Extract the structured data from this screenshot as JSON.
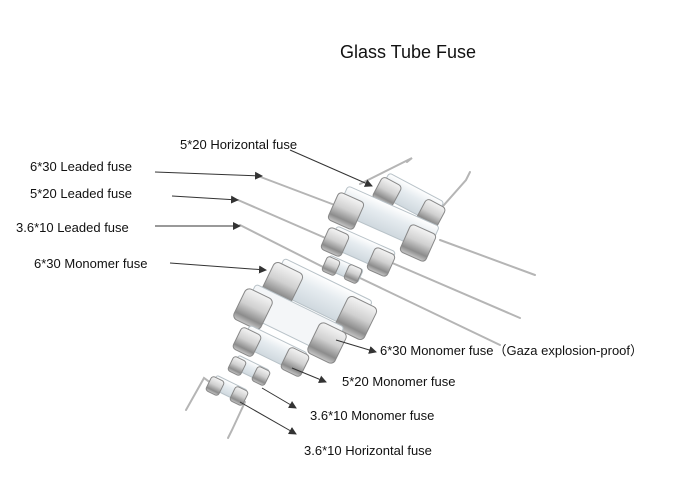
{
  "title": "Glass Tube Fuse",
  "labels": {
    "horizontal_5x20": "5*20 Horizontal fuse",
    "leaded_6x30": "6*30 Leaded fuse",
    "leaded_5x20": "5*20 Leaded fuse",
    "leaded_3_6x10": "3.6*10 Leaded fuse",
    "monomer_6x30": "6*30 Monomer fuse",
    "monomer_6x30_gaza": "6*30 Monomer fuse（Gaza explosion-proof）",
    "monomer_5x20": "5*20 Monomer fuse",
    "monomer_3_6x10": "3.6*10 Monomer fuse",
    "horizontal_3_6x10": "3.6*10 Horizontal fuse"
  },
  "colors": {
    "lead_wire": "#b5b5b5",
    "pointer_line": "#333333",
    "cap_light": "#f2f2f2",
    "cap_dark": "#8a8a8a",
    "glass": "#e8eef2"
  }
}
